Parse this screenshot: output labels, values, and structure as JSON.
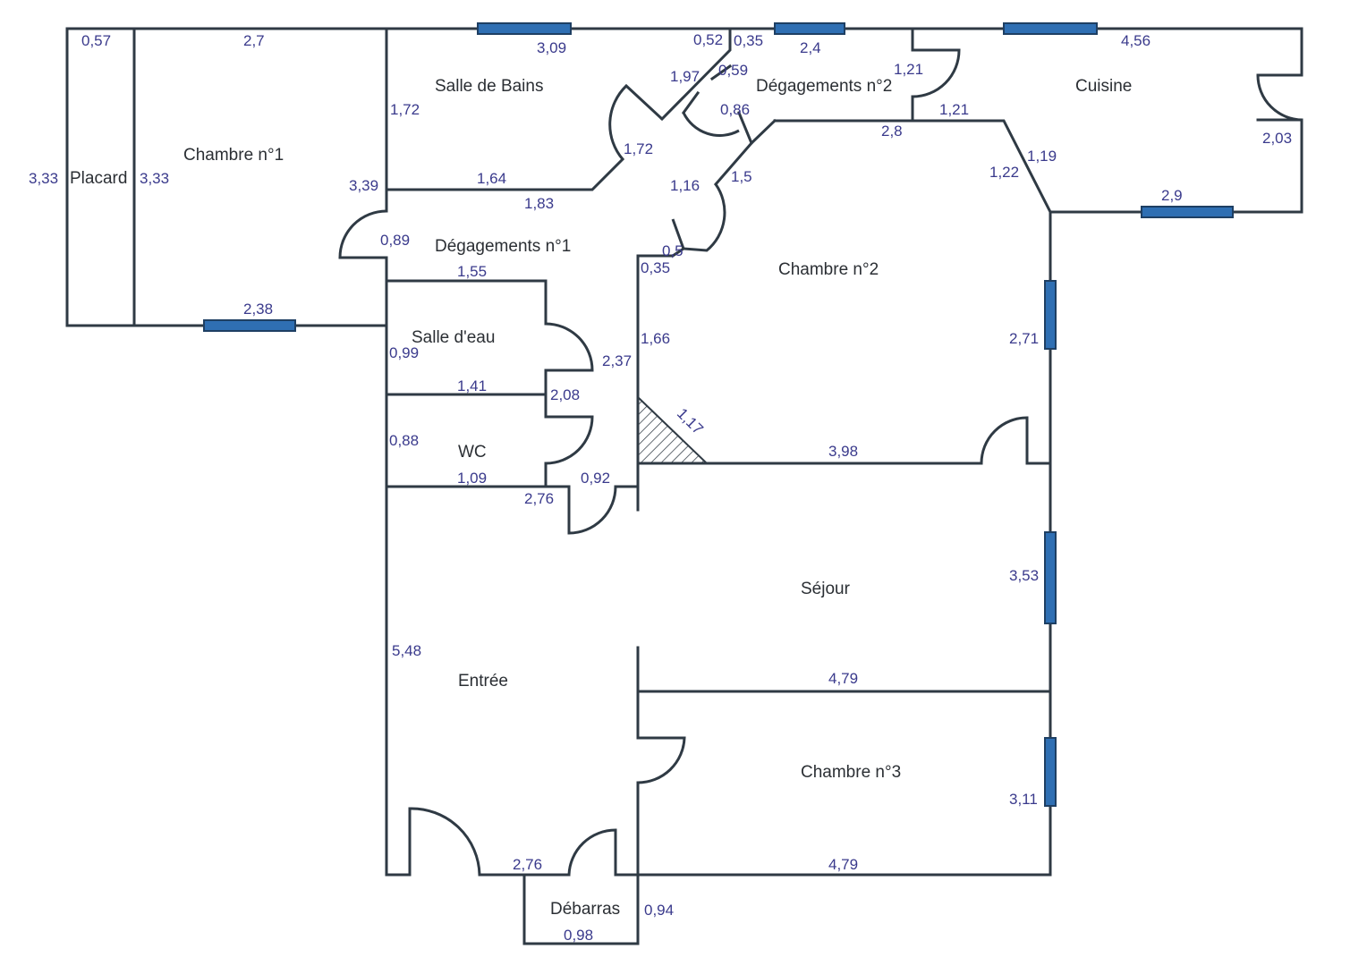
{
  "rooms": {
    "placard": "Placard",
    "chambre1": "Chambre n°1",
    "salle_de_bains": "Salle de Bains",
    "degagements2": "Dégagements n°2",
    "cuisine": "Cuisine",
    "degagements1": "Dégagements n°1",
    "chambre2": "Chambre n°2",
    "salle_eau": "Salle d'eau",
    "wc": "WC",
    "sejour": "Séjour",
    "entree": "Entrée",
    "chambre3": "Chambre n°3",
    "debarras": "Débarras"
  },
  "dimensions": {
    "d057": "0,57",
    "d27": "2,7",
    "d309": "3,09",
    "d052": "0,52",
    "d035a": "0,35",
    "d24": "2,4",
    "d456": "4,56",
    "d121a": "1,21",
    "d197": "1,97",
    "d059": "0,59",
    "d172a": "1,72",
    "d086": "0,86",
    "d121b": "1,21",
    "d28": "2,8",
    "d203": "2,03",
    "d333a": "3,33",
    "d333b": "3,33",
    "d339": "3,39",
    "d164": "1,64",
    "d172b": "1,72",
    "d183": "1,83",
    "d116": "1,16",
    "d15": "1,5",
    "d122": "1,22",
    "d119": "1,19",
    "d29": "2,9",
    "d089": "0,89",
    "d05": "0,5",
    "d035b": "0,35",
    "d155": "1,55",
    "d238": "2,38",
    "d099": "0,99",
    "d237": "2,37",
    "d166": "1,66",
    "d271": "2,71",
    "d141": "1,41",
    "d208": "2,08",
    "d117": "1,17",
    "d088": "0,88",
    "d398": "3,98",
    "d109": "1,09",
    "d092": "0,92",
    "d276a": "2,76",
    "d353": "3,53",
    "d548": "5,48",
    "d479a": "4,79",
    "d311": "3,11",
    "d276b": "2,76",
    "d479b": "4,79",
    "d094": "0,94",
    "d098": "0,98"
  },
  "colors": {
    "wall": "#2f3a44",
    "window": "#2f6fb3",
    "dimension_text": "#3a3a8c"
  }
}
